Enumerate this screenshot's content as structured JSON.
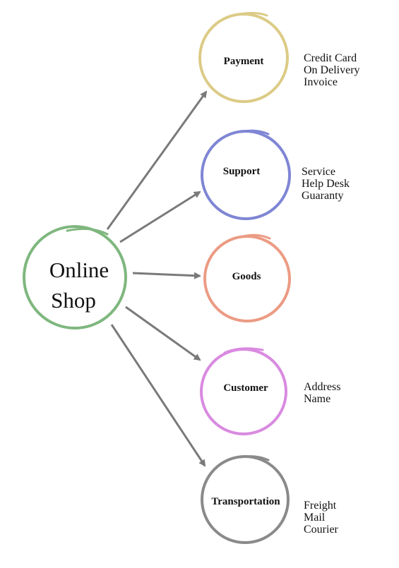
{
  "center": {
    "line1": "Online",
    "line2": "Shop",
    "color": "#7fb77e"
  },
  "arrow_color": "#7a7a7a",
  "nodes": [
    {
      "id": "payment",
      "label": "Payment",
      "color": "#dccb86",
      "details": [
        "Credit Card",
        "On Delivery",
        "Invoice"
      ]
    },
    {
      "id": "support",
      "label": "Support",
      "color": "#7f86d4",
      "details": [
        "Service",
        "Help Desk",
        "Guaranty"
      ]
    },
    {
      "id": "goods",
      "label": "Goods",
      "color": "#ec9b84",
      "details": []
    },
    {
      "id": "customer",
      "label": "Customer",
      "color": "#d98ae0",
      "details": [
        "Address",
        "Name"
      ]
    },
    {
      "id": "transportation",
      "label": "Transportation",
      "color": "#8a8a8a",
      "details": [
        "Freight",
        "Mail",
        "Courier"
      ]
    }
  ]
}
